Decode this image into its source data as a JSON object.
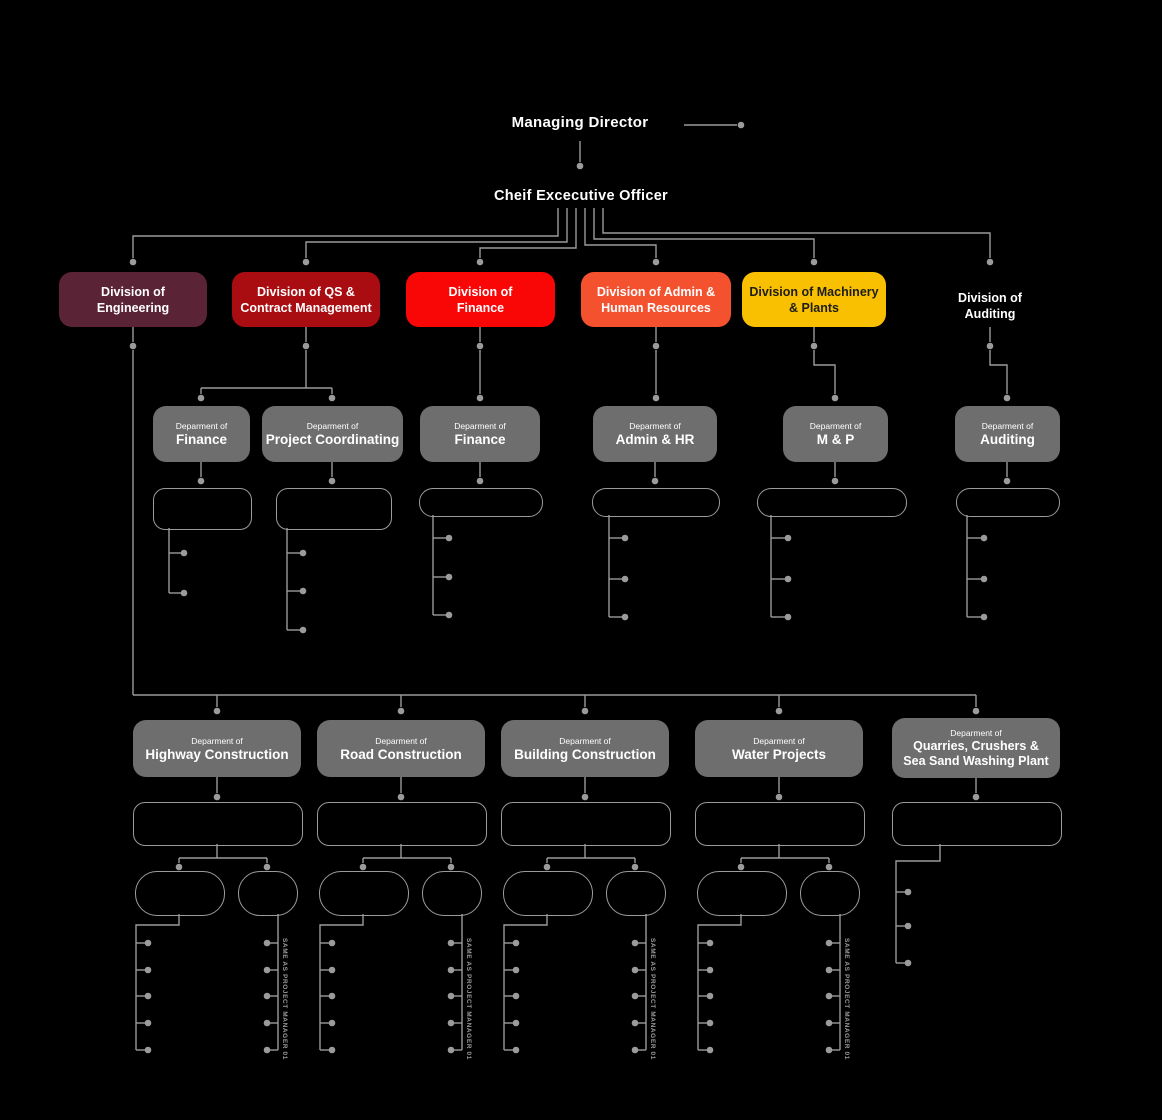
{
  "chart": {
    "top": {
      "managing_director": "Managing Director",
      "ceo": "Cheif Excecutive Officer"
    },
    "divisions": [
      {
        "id": "engineering",
        "line1": "Division of",
        "line2": "Engineering",
        "color": "#5a2336",
        "text_color": "#ffffff"
      },
      {
        "id": "qs-contract-management",
        "line1": "Division of QS &",
        "line2": "Contract Management",
        "color": "#a90d12",
        "text_color": "#ffffff"
      },
      {
        "id": "finance",
        "line1": "Division of",
        "line2": "Finance",
        "color": "#f90606",
        "text_color": "#ffffff"
      },
      {
        "id": "admin-human-resources",
        "line1": "Division of Admin &",
        "line2": "Human Resources",
        "color": "#f4512f",
        "text_color": "#ffffff"
      },
      {
        "id": "machinery-plants",
        "line1": "Division of Machinery",
        "line2": "& Plants",
        "color": "#f8c000",
        "text_color": "#1d1d1b"
      },
      {
        "id": "auditing",
        "line1": "Division of",
        "line2": "Auditing",
        "color": "none",
        "text_color": "#ffffff"
      }
    ],
    "departments_tier1": [
      {
        "prefix": "Deparment of",
        "name": "Finance"
      },
      {
        "prefix": "Deparment of",
        "name": "Project Coordinating"
      },
      {
        "prefix": "Deparment of",
        "name": "Finance"
      },
      {
        "prefix": "Deparment of",
        "name": "Admin & HR"
      },
      {
        "prefix": "Deparment of",
        "name": "M & P"
      },
      {
        "prefix": "Deparment of",
        "name": "Auditing"
      }
    ],
    "departments_tier2": [
      {
        "prefix": "Deparment of",
        "name": "Highway Construction"
      },
      {
        "prefix": "Deparment of",
        "name": "Road Construction"
      },
      {
        "prefix": "Deparment of",
        "name": "Building Construction"
      },
      {
        "prefix": "Deparment of",
        "name": "Water Projects"
      },
      {
        "prefix": "Deparment of",
        "name": "Quarries, Crushers &",
        "name2": "Sea Sand Washing Plant"
      }
    ],
    "note_vertical": "SAME AS PROJECT MANAGER 01",
    "colors": {
      "background": "#000000",
      "line": "#9b9b9b",
      "department_gray": "#6e6e6e",
      "text_white": "#ffffff"
    }
  }
}
